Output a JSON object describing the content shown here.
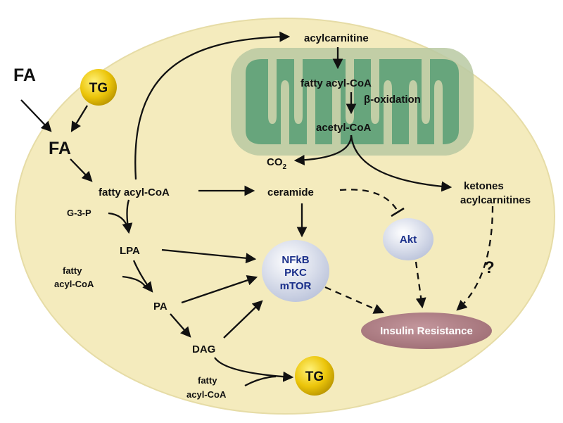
{
  "colors": {
    "cell": "#f4ebbd",
    "mito_outer": "#b9c9a2",
    "mito_inner": "#67a57c",
    "tg": "#ecc50a",
    "protein": "#cfd6ea",
    "insulin": "#b07f86",
    "blue_text": "#1a2f8a"
  },
  "labels": {
    "fa_top": "FA",
    "tg_top": "TG",
    "fa_mid": "FA",
    "fatty_acyl_coa": "fatty acyl-CoA",
    "acylcarnitine": "acylcarnitine",
    "fatty_acyl_coa_mito": "fatty acyl-CoA",
    "beta_oxidation": "β-oxidation",
    "acetyl_coa": "acetyl-CoA",
    "co2": "CO",
    "co2_sub": "2",
    "ceramide": "ceramide",
    "ketones": "ketones",
    "acylcarnitines": "acylcarnitines",
    "g3p": "G-3-P",
    "lpa": "LPA",
    "fatty_acyl_coa_side_1": "fatty",
    "fatty_acyl_coa_side_2": "acyl-CoA",
    "pa": "PA",
    "dag": "DAG",
    "fatty_acyl_coa_bottom_1": "fatty",
    "fatty_acyl_coa_bottom_2": "acyl-CoA",
    "tg_bottom": "TG",
    "nfkb": "NFkB",
    "pkc": "PKC",
    "mtor": "mTOR",
    "akt": "Akt",
    "question": "?",
    "insulin_resistance": "Insulin Resistance"
  }
}
